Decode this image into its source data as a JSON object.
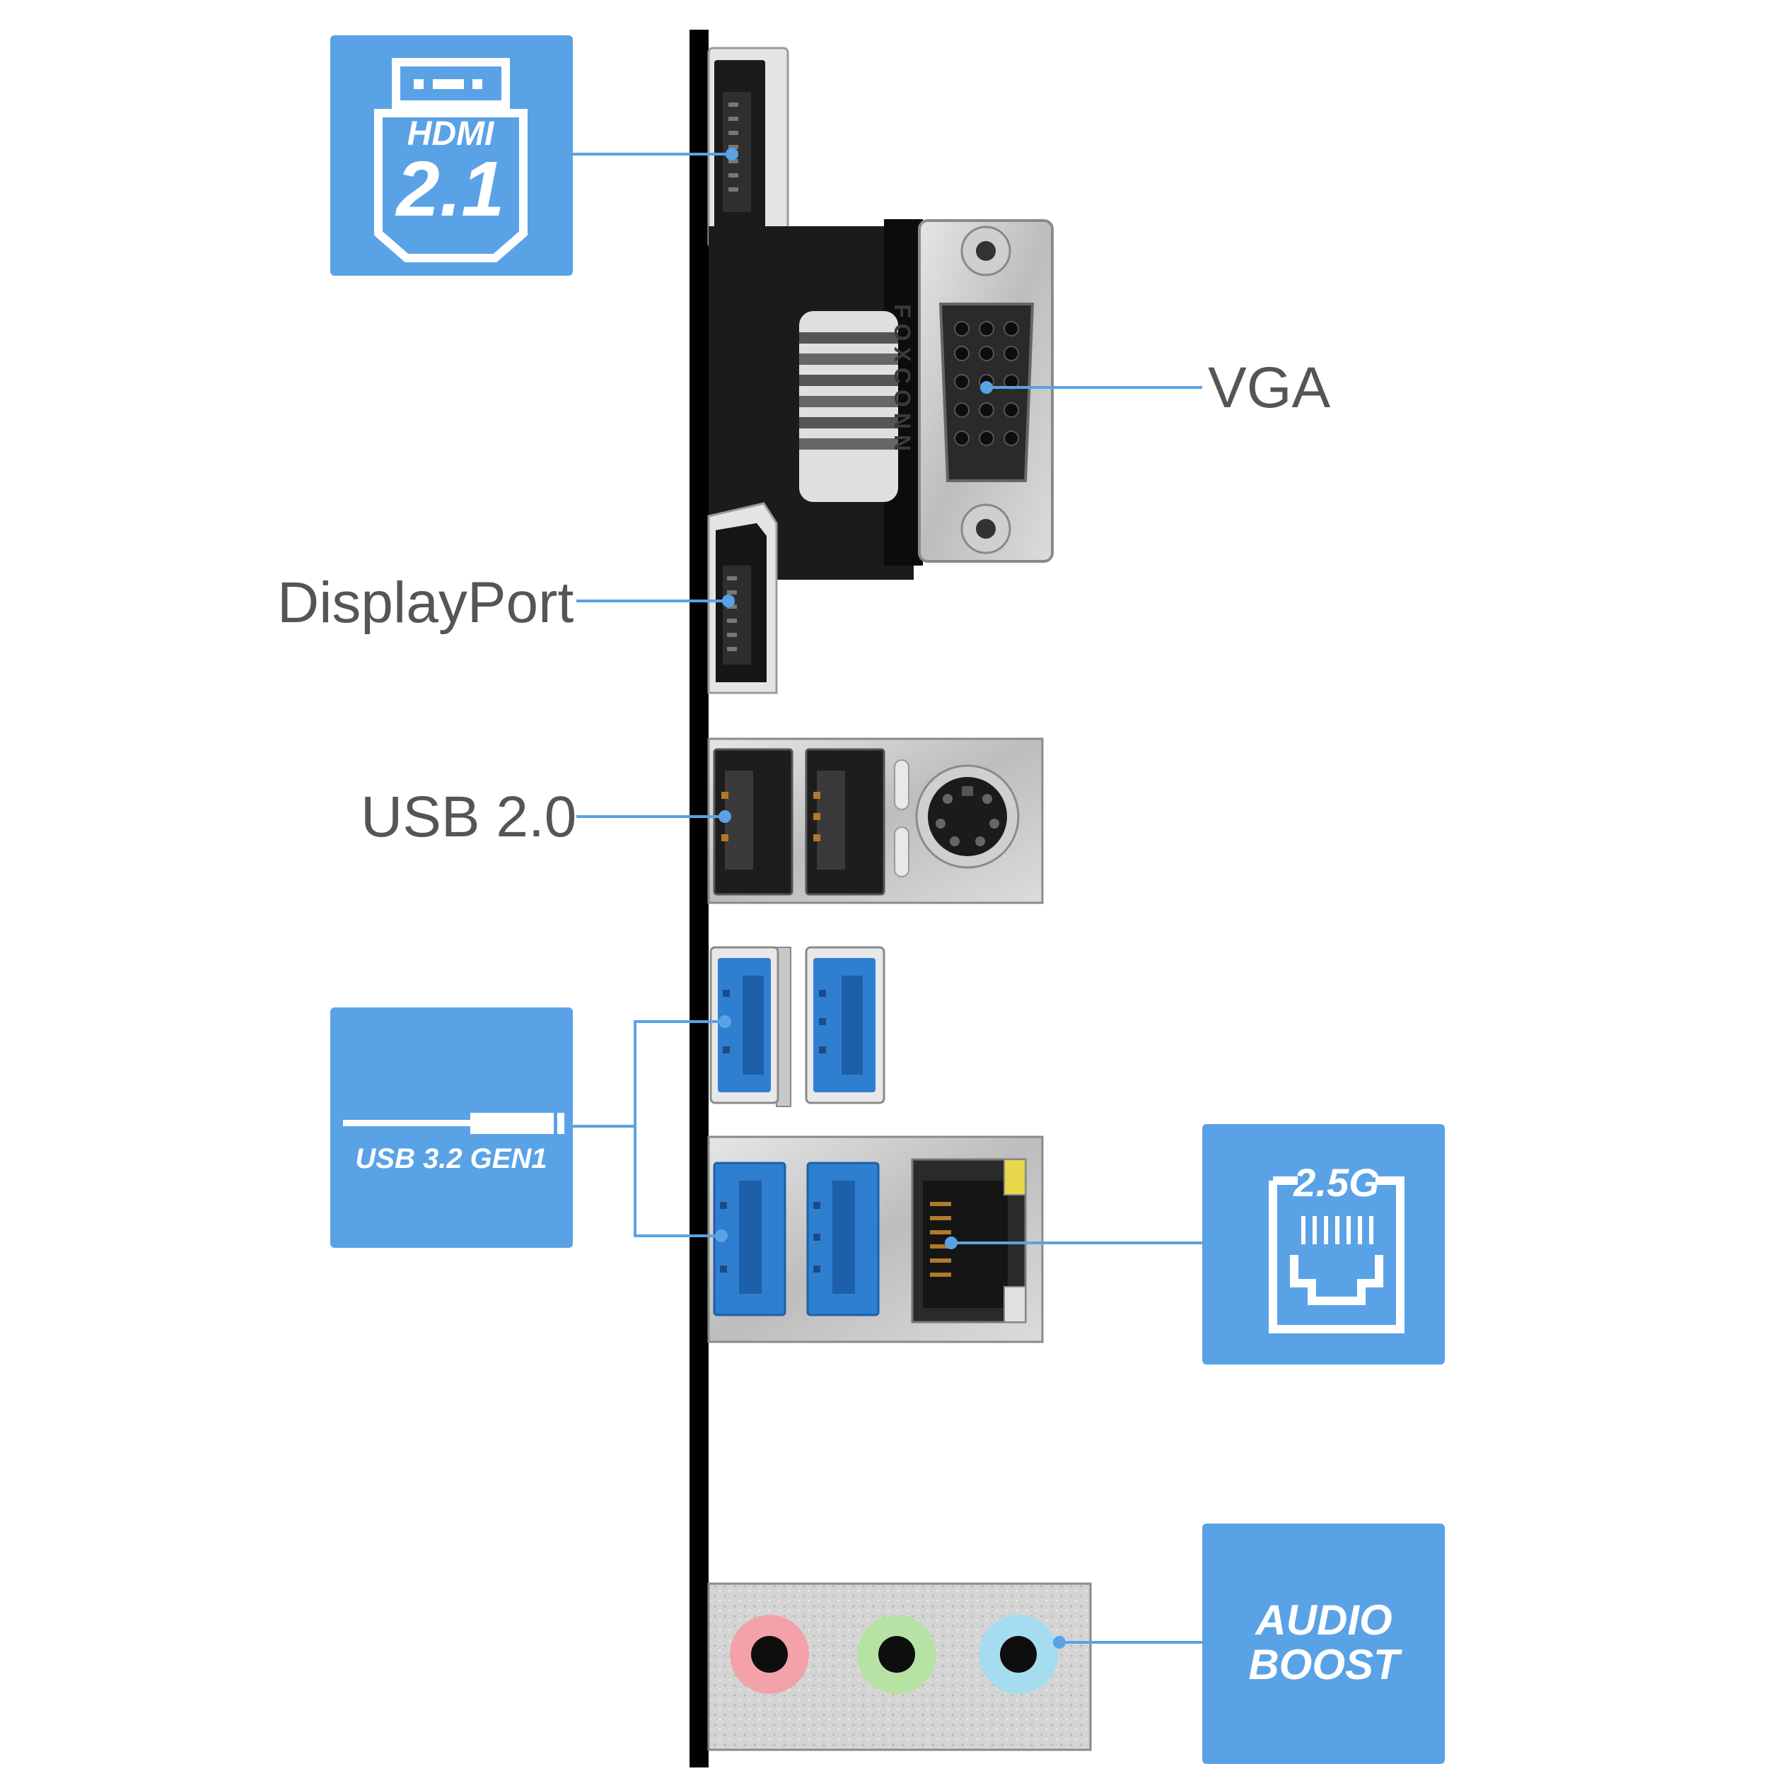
{
  "labels": {
    "vga": "VGA",
    "displayport": "DisplayPort",
    "usb2": "USB 2.0"
  },
  "badges": {
    "hdmi": {
      "top": "HDMI",
      "version": "2.1"
    },
    "usb32": {
      "tag": "USB",
      "text": "USB 3.2 GEN1"
    },
    "lan": {
      "speed": "2.5G"
    },
    "audio": {
      "line1": "AUDIO",
      "line2": "BOOST"
    }
  },
  "panel_brand": "FOXCONN",
  "colors": {
    "badge_blue": "#5aa2e6",
    "callout_line": "#5aa2e6",
    "label_text": "#555555",
    "usb3_blue": "#2f7fd0",
    "jack_pink": "#f2a2a8",
    "jack_green": "#b6e3a4",
    "jack_blue": "#a6dcf0"
  }
}
